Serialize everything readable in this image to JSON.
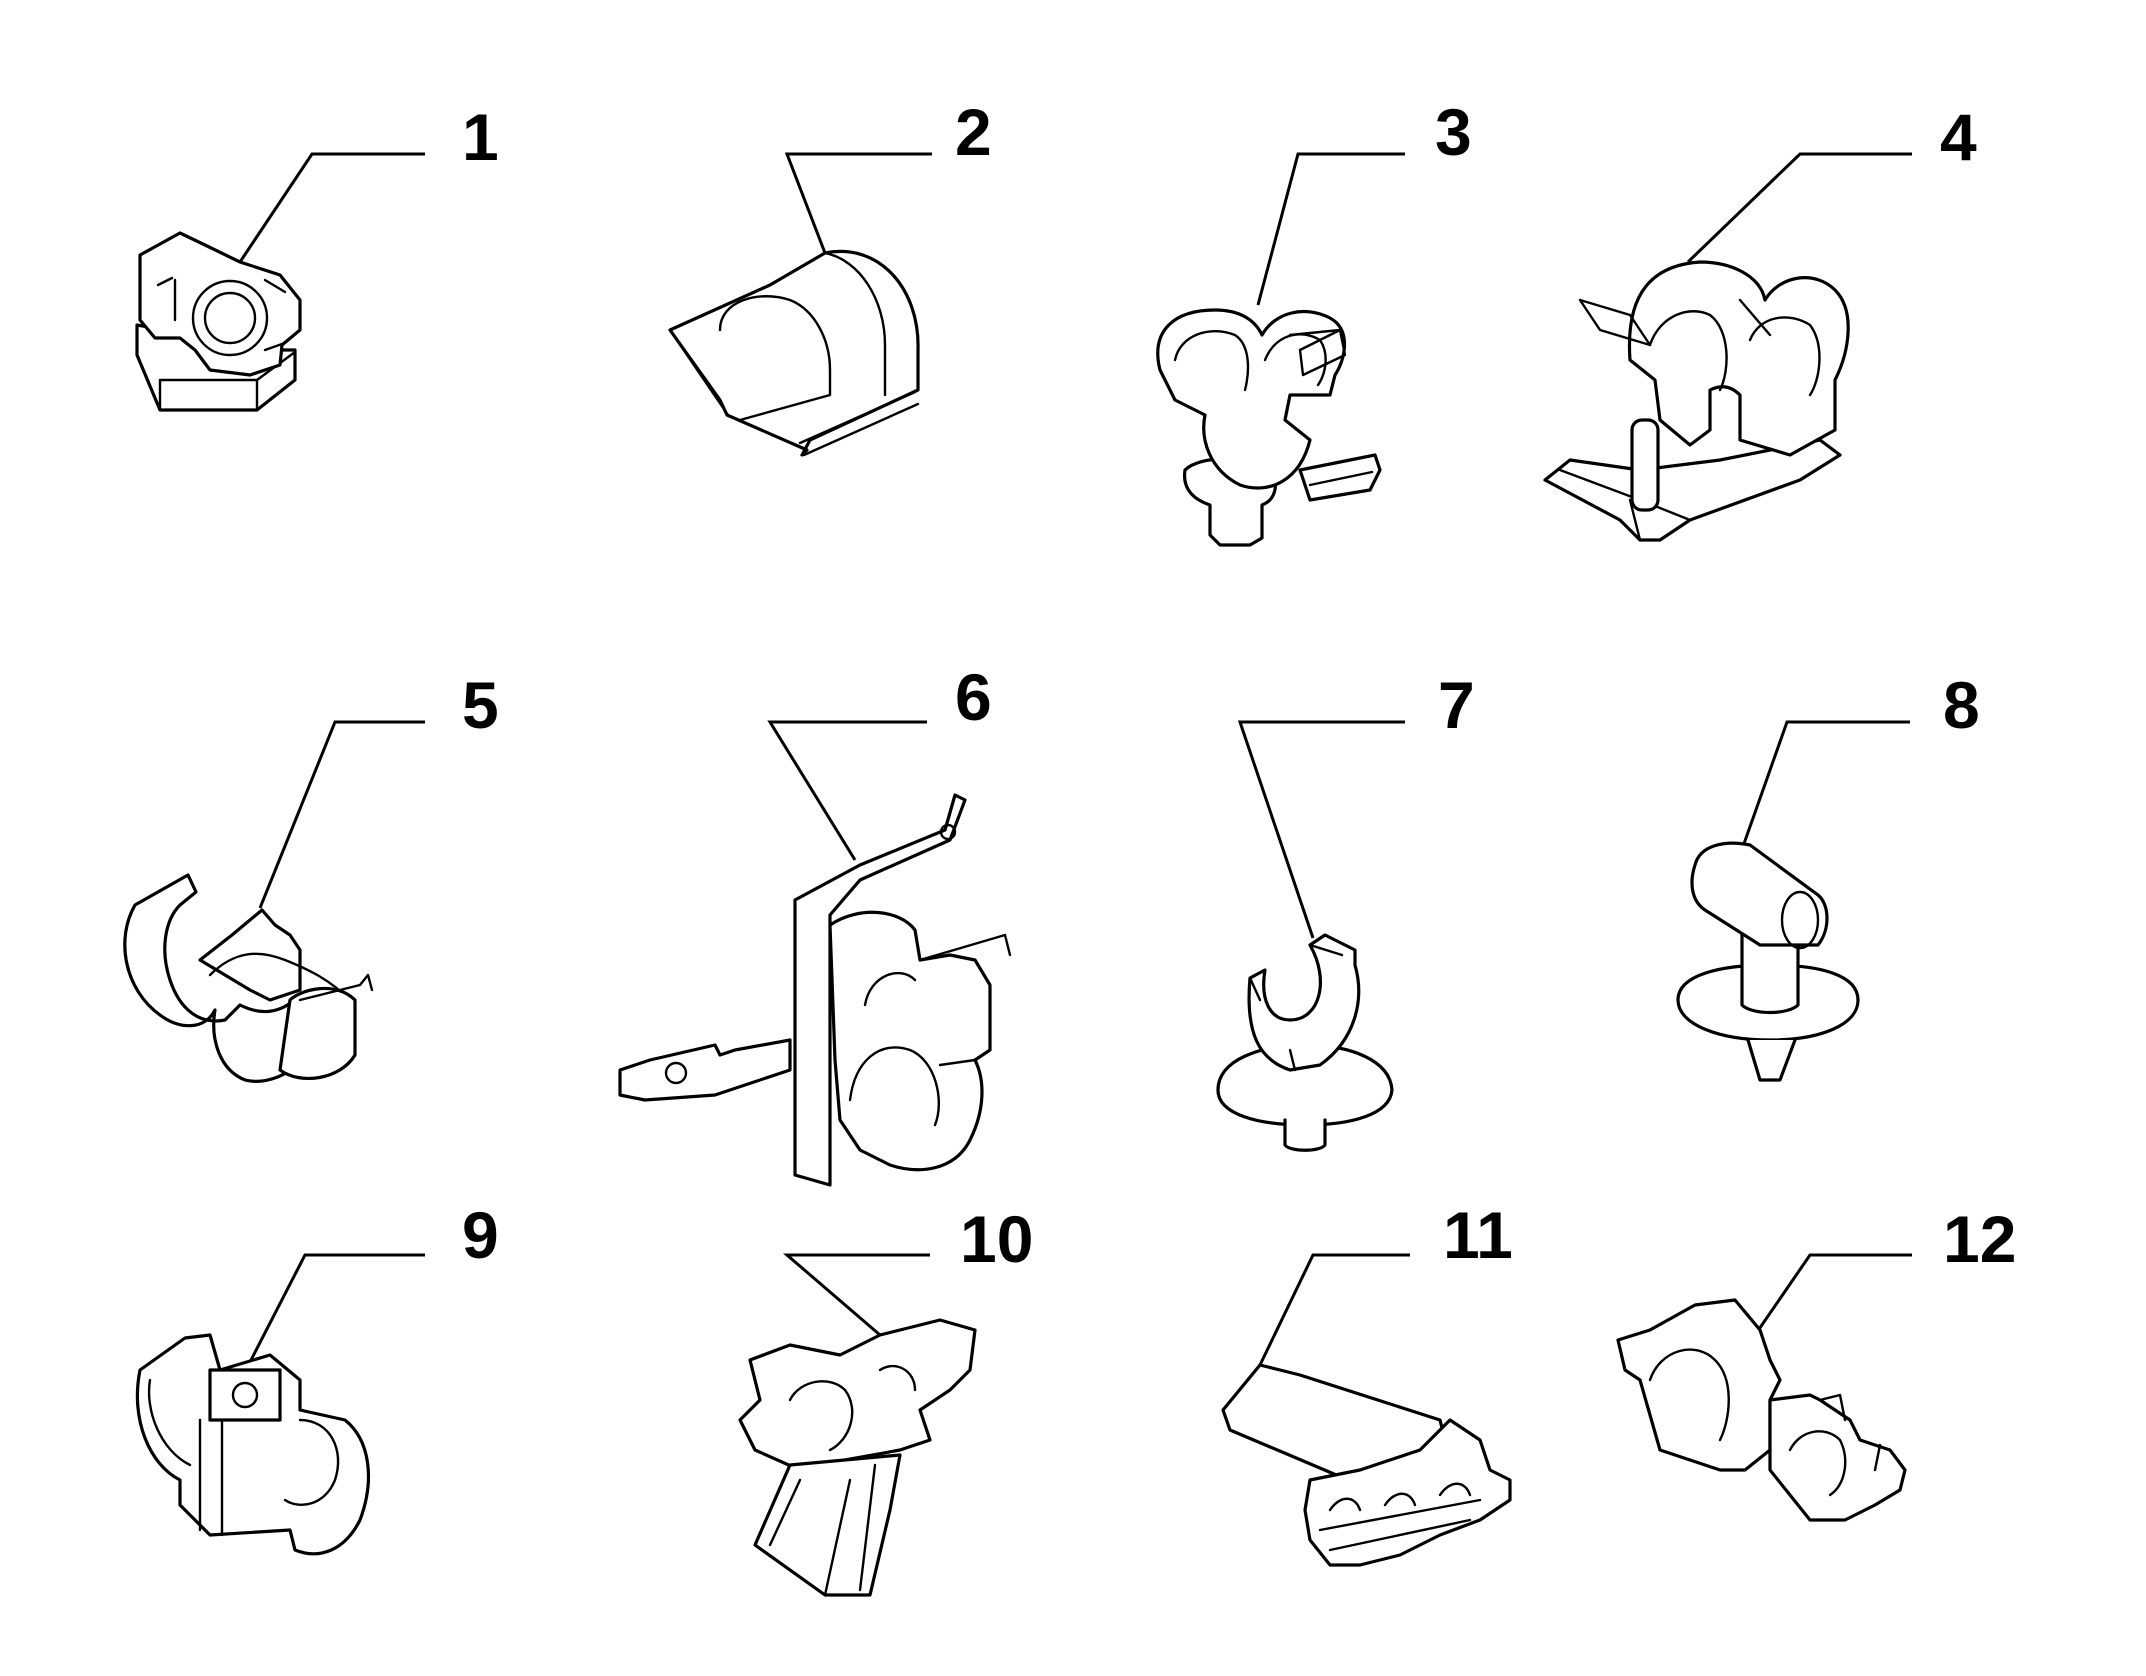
{
  "callouts": [
    "1",
    "2",
    "3",
    "4",
    "5",
    "6",
    "7",
    "8",
    "9",
    "10",
    "11",
    "12"
  ]
}
